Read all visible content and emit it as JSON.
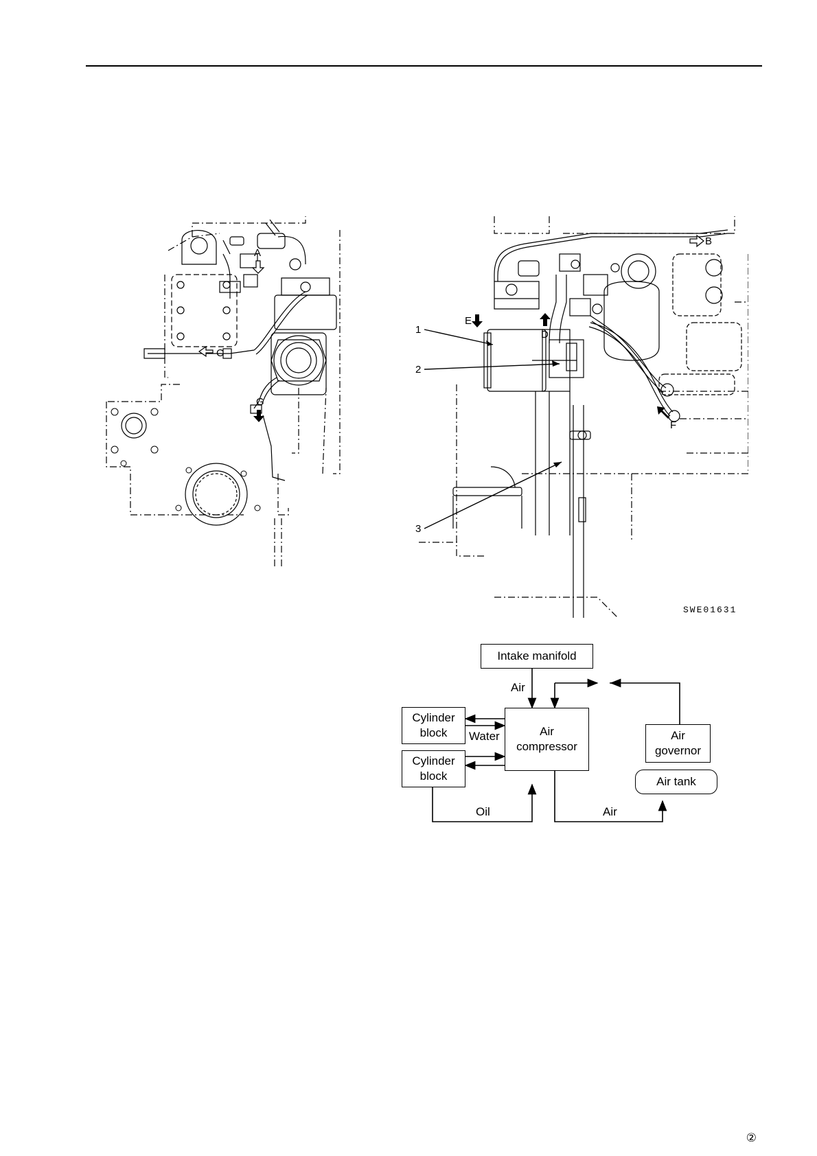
{
  "figures": {
    "left": {
      "labels": {
        "A": "A",
        "C": "C",
        "G": "G"
      }
    },
    "right": {
      "labels": {
        "B": "B",
        "D": "D",
        "E": "E",
        "F": "F"
      },
      "callouts": [
        "1",
        "2",
        "3"
      ],
      "figure_code": "SWE01631"
    }
  },
  "flow_diagram": {
    "blocks": {
      "intake_manifold": "Intake manifold",
      "cylinder_block_top": "Cylinder\nblock",
      "cylinder_block_bottom": "Cylinder\nblock",
      "air_compressor": "Air\ncompressor",
      "air_governor": "Air\ngovernor",
      "air_tank": "Air tank"
    },
    "flow_labels": {
      "air_in": "Air",
      "water": "Water",
      "oil": "Oil",
      "air_out": "Air"
    }
  },
  "footer": {
    "page_mark": "②"
  }
}
